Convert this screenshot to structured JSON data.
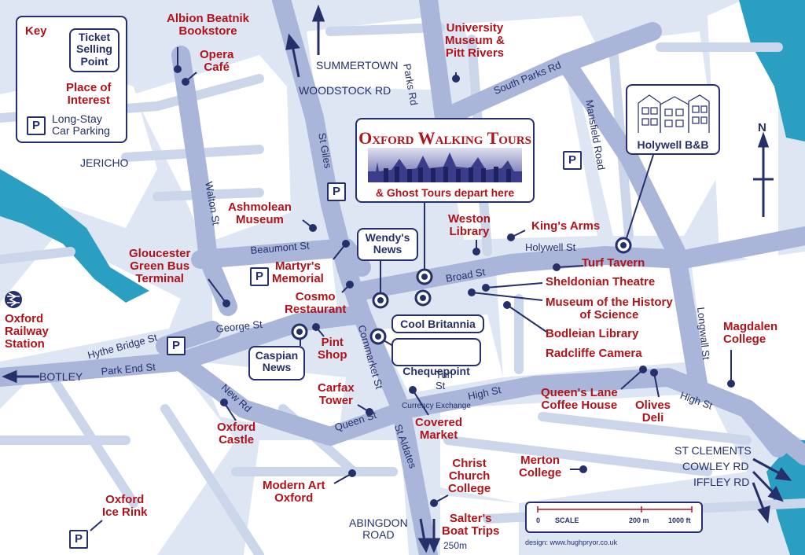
{
  "key": {
    "title": "Key",
    "ticket": "Ticket\nSelling\nPoint",
    "place": "Place of\nInterest",
    "parking_symbol": "P",
    "parking": "Long-Stay\nCar Parking"
  },
  "tours": {
    "title": "Oxford Walking Tours",
    "subtitle": "& Ghost Tours depart here"
  },
  "holywell": {
    "label": "Holywell B&B"
  },
  "north": "N",
  "places": {
    "albion": "Albion Beatnik\nBookstore",
    "opera": "Opera\nCafé",
    "university_museum": "University\nMuseum &\nPitt Rivers",
    "ashmolean": "Ashmolean\nMuseum",
    "weston": "Weston\nLibrary",
    "kings_arms": "King's Arms",
    "turf": "Turf Tavern",
    "gloucester": "Gloucester\nGreen Bus\nTerminal",
    "martyrs": "Martyr's\nMemorial",
    "cosmo": "Cosmo\nRestaurant",
    "sheldonian": "Sheldonian Theatre",
    "museum_history": "Museum of the History\nof Science",
    "bodleian": "Bodleian Library",
    "radcliffe": "Radcliffe Camera",
    "magdalen": "Magdalen\nCollege",
    "railway": "Oxford\nRailway\nStation",
    "pint_shop": "Pint\nShop",
    "carfax": "Carfax\nTower",
    "covered": "Covered\nMarket",
    "queens_lane": "Queen's Lane\nCoffee House",
    "olives": "Olives\nDeli",
    "castle": "Oxford\nCastle",
    "christ_church": "Christ\nChurch\nCollege",
    "merton": "Merton\nCollege",
    "modern_art": "Modern Art\nOxford",
    "ice_rink": "Oxford\nIce Rink",
    "salters": "Salter's\nBoat Trips"
  },
  "boxes": {
    "wendys": "Wendy's\nNews",
    "cool_britannia": "Cool Britannia",
    "chequepoint": "Chequepoint",
    "chequepoint_sub": "Currency Exchange",
    "caspian": "Caspian\nNews"
  },
  "streets": {
    "summertown": "SUMMERTOWN",
    "woodstock": "WOODSTOCK RD",
    "parks_rd": "Parks Rd",
    "south_parks": "South Parks Rd",
    "mansfield": "Mansfield Road",
    "jericho": "JERICHO",
    "walton": "Walton St",
    "st_giles": "St Giles",
    "beaumont": "Beaumont St",
    "holywell_st": "Holywell St",
    "broad_st": "Broad St",
    "george_st": "George St",
    "hythe_bridge": "Hythe Bridge St",
    "botley": "BOTLEY",
    "park_end": "Park End St",
    "new_rd": "New Rd",
    "cornmarket": "Cornmarket St",
    "turl": "Turl\nSt",
    "high_st": "High St",
    "high_st_2": "High St",
    "longwall": "Longwall St",
    "queen_st": "Queen St",
    "st_aldates": "St Aldates",
    "st_clements": "ST CLEMENTS",
    "cowley": "COWLEY RD",
    "iffley": "IFFLEY RD",
    "abingdon": "ABINGDON\nROAD",
    "dist_250": "250m"
  },
  "scale": {
    "label": "SCALE",
    "zero": "0",
    "m": "200 m",
    "ft": "1000 ft"
  },
  "credit": "design: www.hughpryor.co.uk",
  "colors": {
    "background": "#dfe6f3",
    "block": "#ffffff",
    "minor_road": "#ccd6ea",
    "major_road": "#a9b6da",
    "river": "#2a9fc2",
    "navy": "#25306b",
    "poi_red": "#b0131a"
  }
}
